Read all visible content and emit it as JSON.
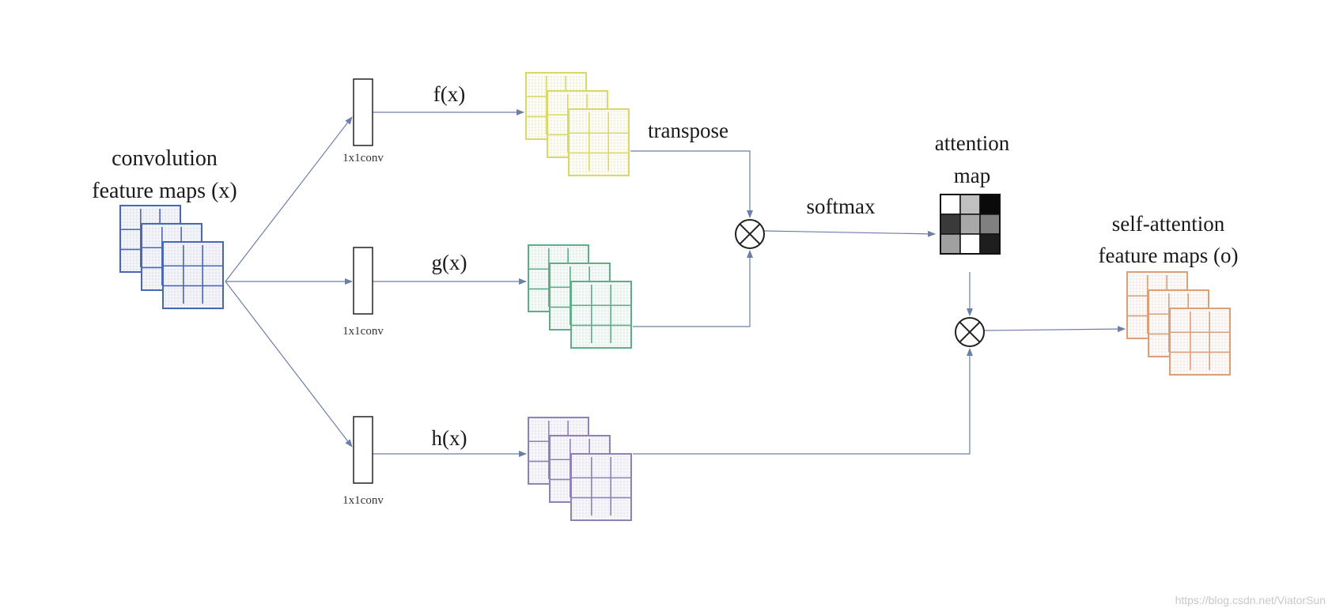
{
  "labels": {
    "input_line1": "convolution",
    "input_line2": "feature maps (x)",
    "f": "f(x)",
    "g": "g(x)",
    "h": "h(x)",
    "conv": "1x1conv",
    "transpose": "transpose",
    "softmax": "softmax",
    "attention_line1": "attention",
    "attention_line2": "map",
    "output_line1": "self-attention",
    "output_line2": "feature maps (o)",
    "watermark": "https://blog.csdn.net/ViatorSun"
  },
  "colors": {
    "input": "#4a66b8",
    "f_branch": "#d9d96a",
    "g_branch": "#5fae8a",
    "h_branch": "#8f82b4",
    "output": "#d9a07a",
    "arrow": "#6b7fa8",
    "outline": "#222222"
  },
  "icons": {
    "multiply": "circled-times-icon",
    "conv": "rectangle-bar-icon"
  },
  "attention_grid": [
    [
      "#ffffff",
      "#c0c0c0",
      "#0a0a0a"
    ],
    [
      "#3a3a3a",
      "#a8a8a8",
      "#808080"
    ],
    [
      "#a0a0a0",
      "#ffffff",
      "#1e1e1e"
    ]
  ]
}
